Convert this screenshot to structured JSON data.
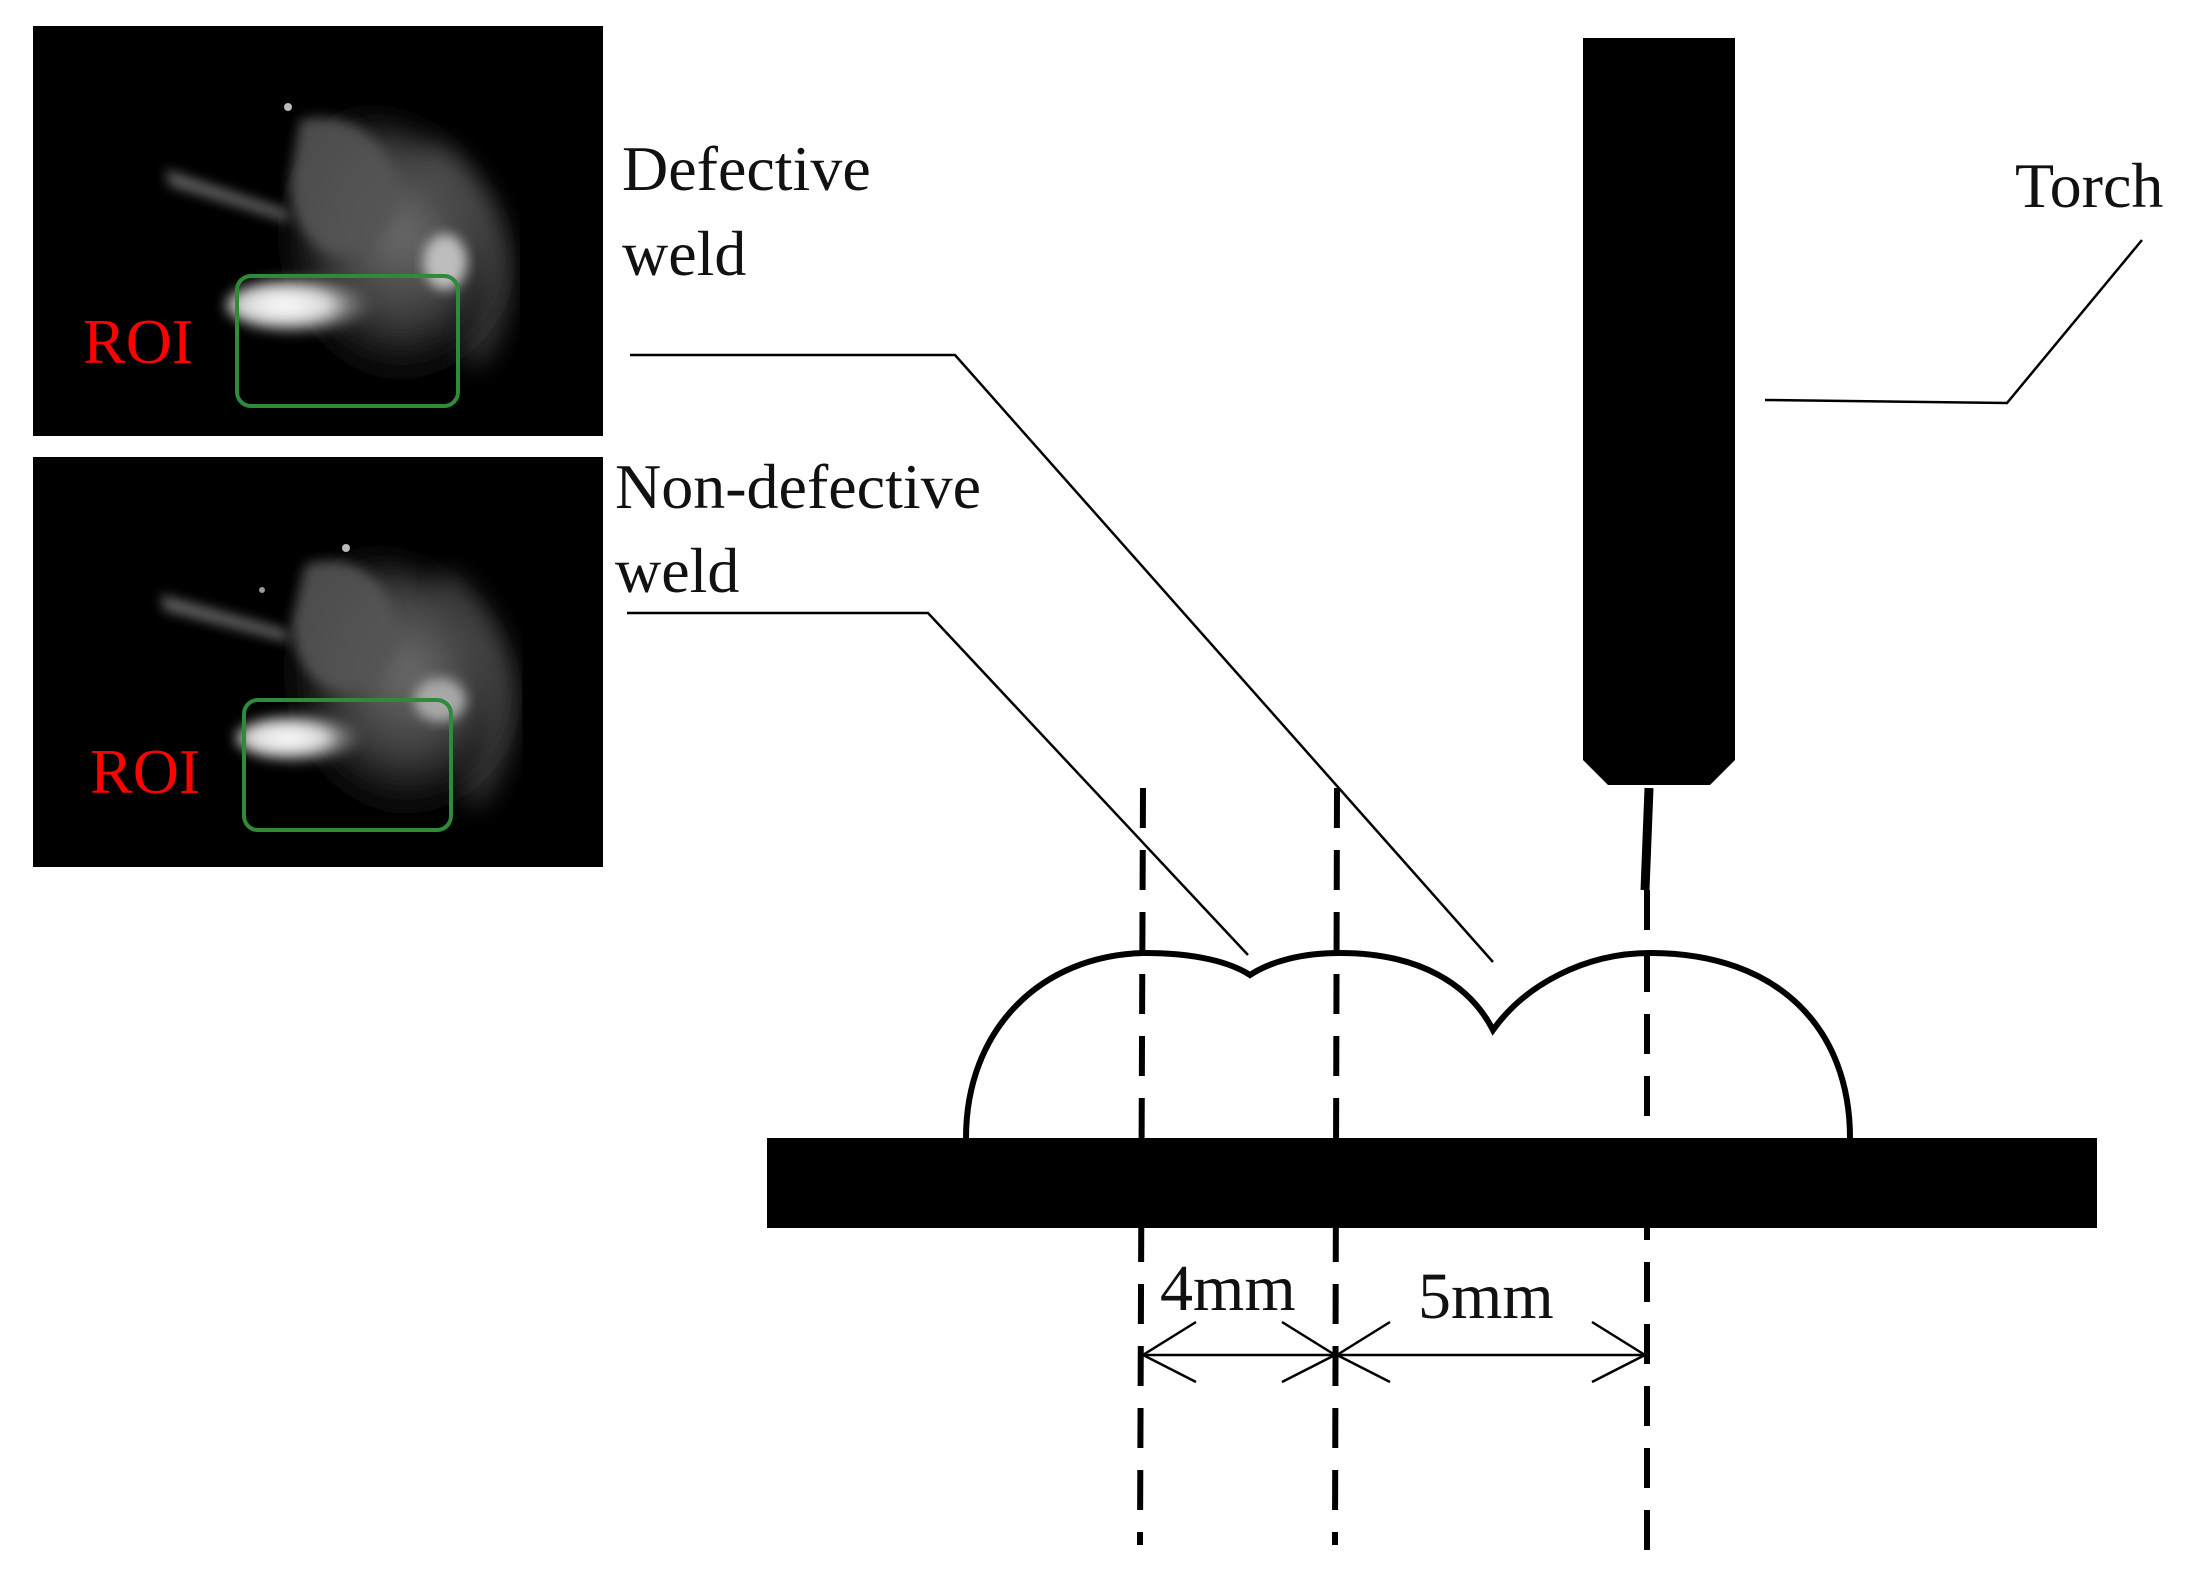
{
  "labels": {
    "defective_line1": "Defective",
    "defective_line2": "weld",
    "nondefective_line1": "Non-defective",
    "nondefective_line2": "weld",
    "torch": "Torch",
    "roi_top": "ROI",
    "roi_bottom": "ROI"
  },
  "dimensions": {
    "left_spacing": "4mm",
    "right_spacing": "5mm"
  },
  "colors": {
    "roi_text": "#ff0000",
    "roi_box": "#2e8b3a",
    "ink": "#000000",
    "background": "#ffffff"
  },
  "images": {
    "top": "weld pool camera image (defective)",
    "bottom": "weld pool camera image (non-defective)"
  }
}
